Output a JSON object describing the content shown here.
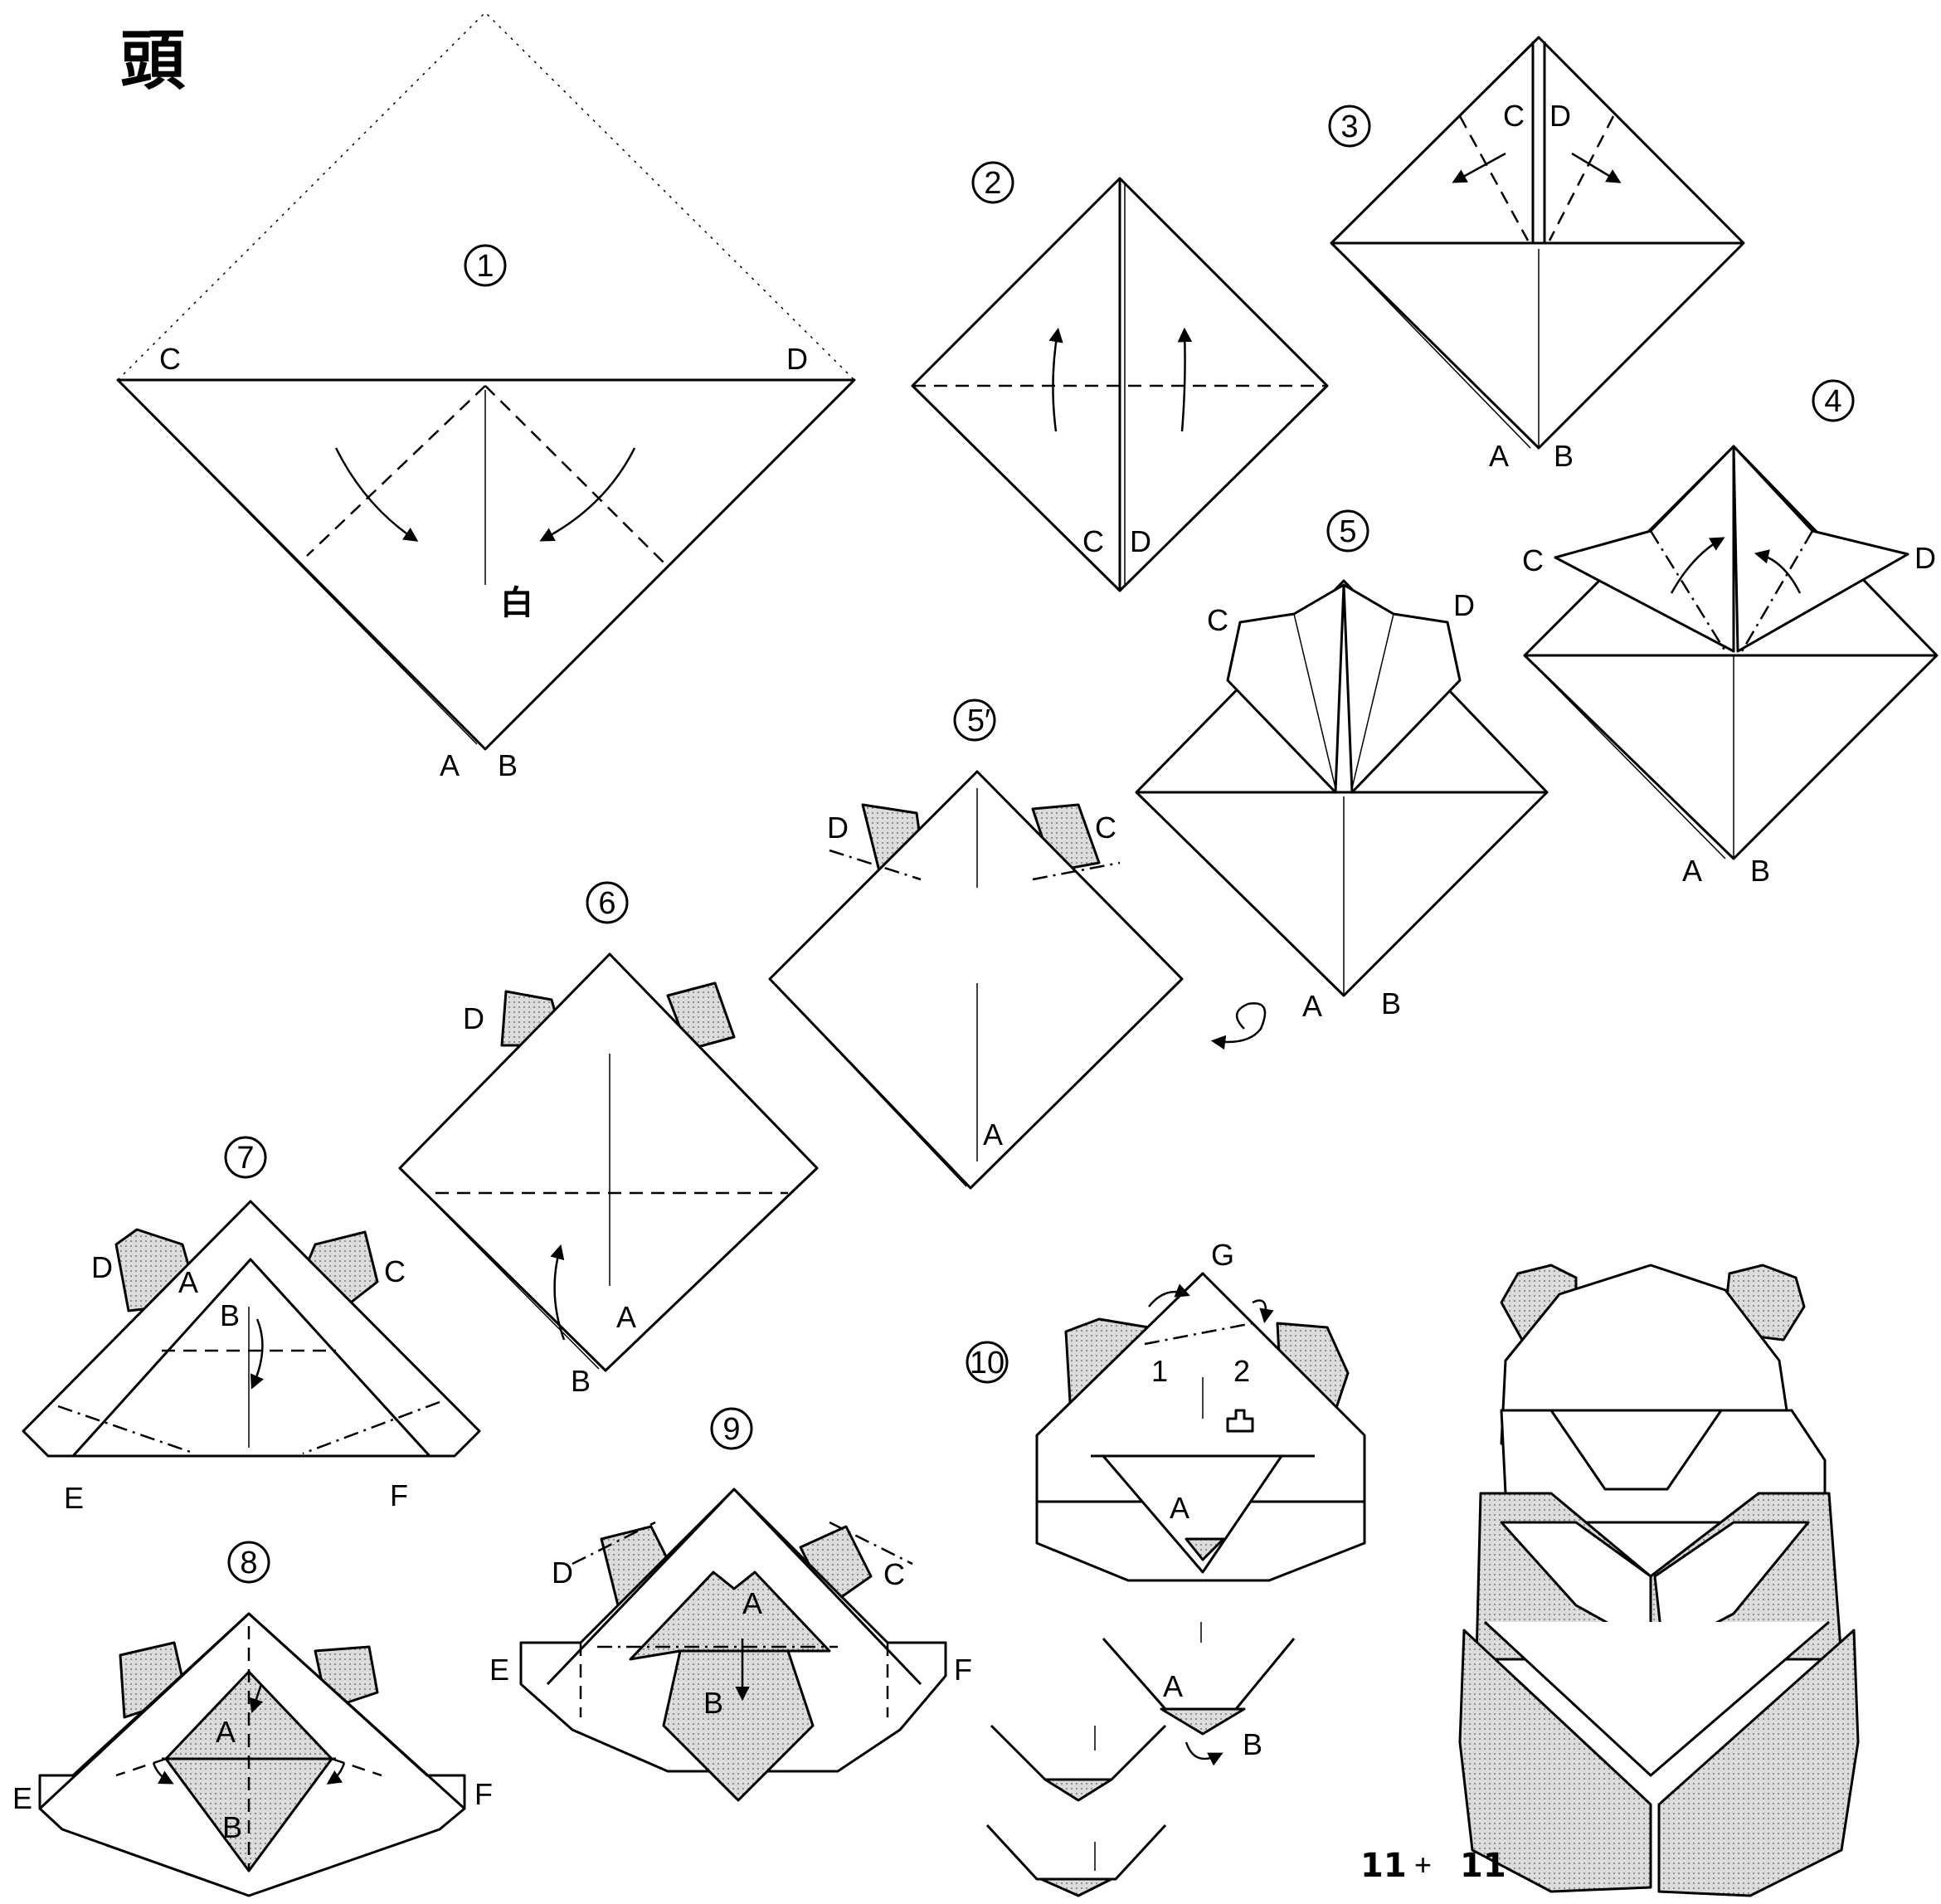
{
  "title": "頭",
  "steps": {
    "s1": "1",
    "s2": "2",
    "s3": "3",
    "s4": "4",
    "s5": "5",
    "s5p": "5′",
    "s6": "6",
    "s7": "7",
    "s8": "8",
    "s9": "9",
    "s10": "10",
    "s11": "11"
  },
  "labels": {
    "A": "A",
    "B": "B",
    "C": "C",
    "D": "D",
    "E": "E",
    "F": "F",
    "G": "G",
    "one": "1",
    "two": "2",
    "white": "白",
    "plus": "+"
  }
}
